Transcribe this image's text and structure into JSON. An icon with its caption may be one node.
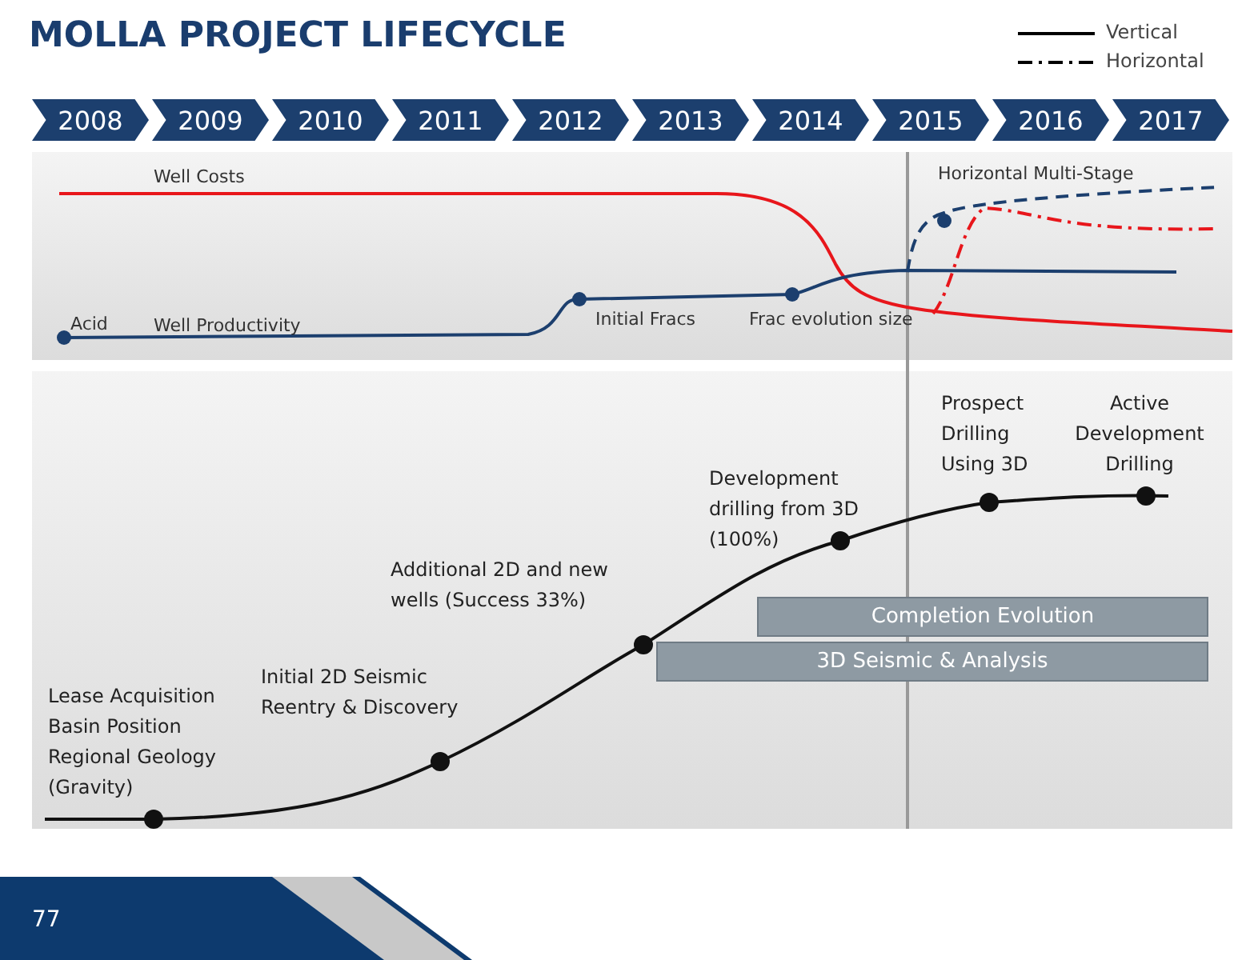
{
  "diagram": {
    "title": "MOLLA PROJECT LIFECYCLE",
    "nodes": [
      {
        "text": [
          "2008"
        ]
      },
      {
        "text": [
          "2009"
        ]
      },
      {
        "text": [
          "2010"
        ]
      },
      {
        "text": [
          "2011"
        ]
      },
      {
        "text": [
          "2012"
        ]
      },
      {
        "text": [
          "2013"
        ]
      },
      {
        "text": [
          "2014"
        ]
      },
      {
        "text": [
          "2015"
        ]
      },
      {
        "text": [
          "2016"
        ]
      },
      {
        "text": [
          "2017"
        ]
      },
      {
        "text": [
          "Completion Evolution"
        ]
      },
      {
        "text": [
          "3D Seismic & Analysis"
        ]
      }
    ],
    "edges": [],
    "labels": [
      "Well Costs",
      "Horizontal Multi-Stage",
      "Acid",
      "Well Productivity",
      "Initial Fracs",
      "Frac evolution size",
      "Prospect Drilling Using 3D",
      "Active Development Drilling",
      "Development drilling from 3D (100%)",
      "Additional 2D and new wells (Success 33%)",
      "Initial 2D Seismic Reentry & Discovery",
      "Lease Acquisition Basin Position Regional Geology (Gravity)",
      "77"
    ],
    "legend": [
      {
        "text": "Vertical"
      },
      {
        "text": "Horizontal"
      }
    ]
  }
}
